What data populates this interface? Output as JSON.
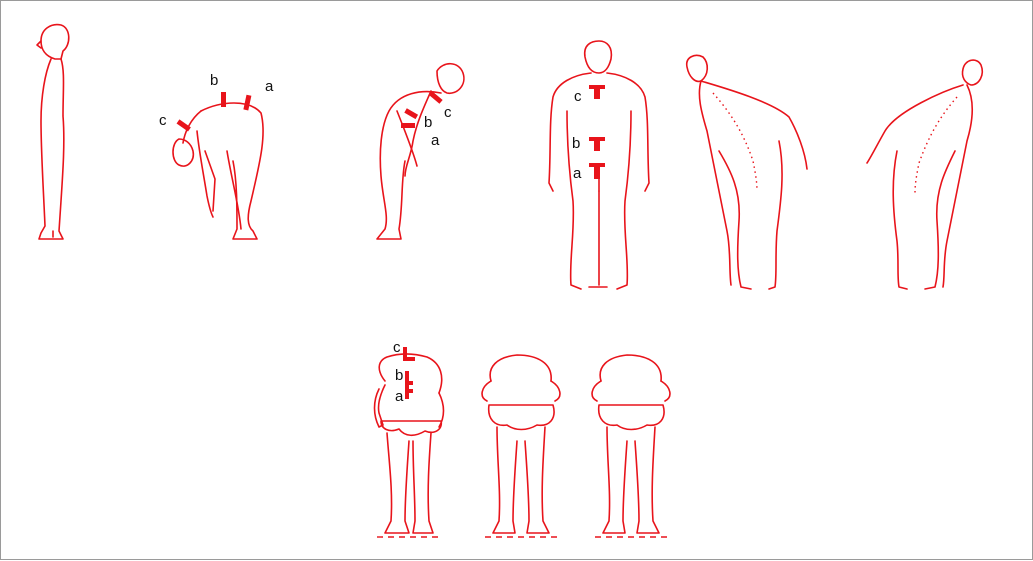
{
  "labels": {
    "a": "a",
    "b": "b",
    "c": "c"
  },
  "colors": {
    "figure_stroke": "#e8141b",
    "marker": "#e8141b",
    "text": "#111111",
    "background": "#ffffff"
  }
}
